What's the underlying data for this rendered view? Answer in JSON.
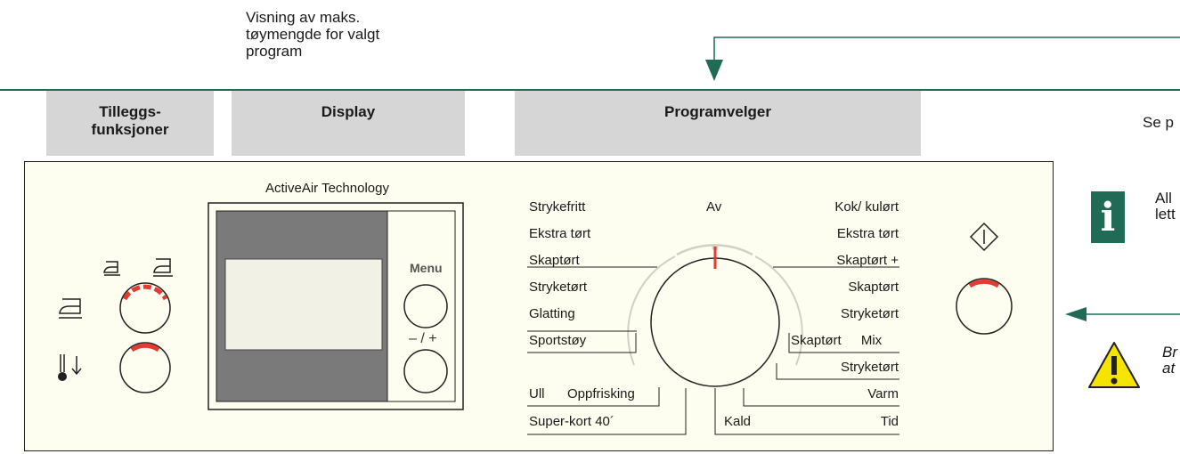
{
  "annotations": {
    "max_load_note": [
      "Visning av maks.",
      "tøymengde for valgt",
      "program"
    ],
    "see_ref": "Se p",
    "info_text": [
      "All",
      "lett"
    ],
    "warning_text": [
      "Br",
      "at"
    ]
  },
  "headers": {
    "extras": [
      "Tilleggs-",
      "funksjoner"
    ],
    "display": "Display",
    "selector": "Programvelger"
  },
  "panel": {
    "brand": "ActiveAir Technology",
    "menu_label": "Menu",
    "minus_plus_label": "– / +",
    "off_label": "Av",
    "programs_left": [
      "Strykefritt",
      "Ekstra tørt",
      "Skaptørt",
      "Stryketørt",
      "Glatting",
      "Sportstøy"
    ],
    "programs_bottom_left": [
      "Ull",
      "Oppfrisking",
      "Super-kort 40´"
    ],
    "programs_right": [
      "Kok/ kulørt",
      "Ekstra tørt",
      "Skaptørt +",
      "Skaptørt",
      "Stryketørt"
    ],
    "programs_right_mix": [
      "Skaptørt",
      "Mix"
    ],
    "programs_right_lower": [
      "Stryketørt",
      "Varm",
      "Tid"
    ],
    "program_kald": "Kald"
  },
  "icons": [
    "iron-icon",
    "iron-small-icon",
    "iron-large-icon",
    "thermometer-down-icon",
    "start-pause-icon",
    "info-icon",
    "warning-icon"
  ],
  "colors": {
    "accent_green": "#1f6b55",
    "indicator_red": "#e53a2f",
    "panel_bg": "#fdfdf0",
    "header_gray": "#d6d6d6",
    "display_gray": "#7a7a7a",
    "warning_yellow": "#f5e400"
  }
}
